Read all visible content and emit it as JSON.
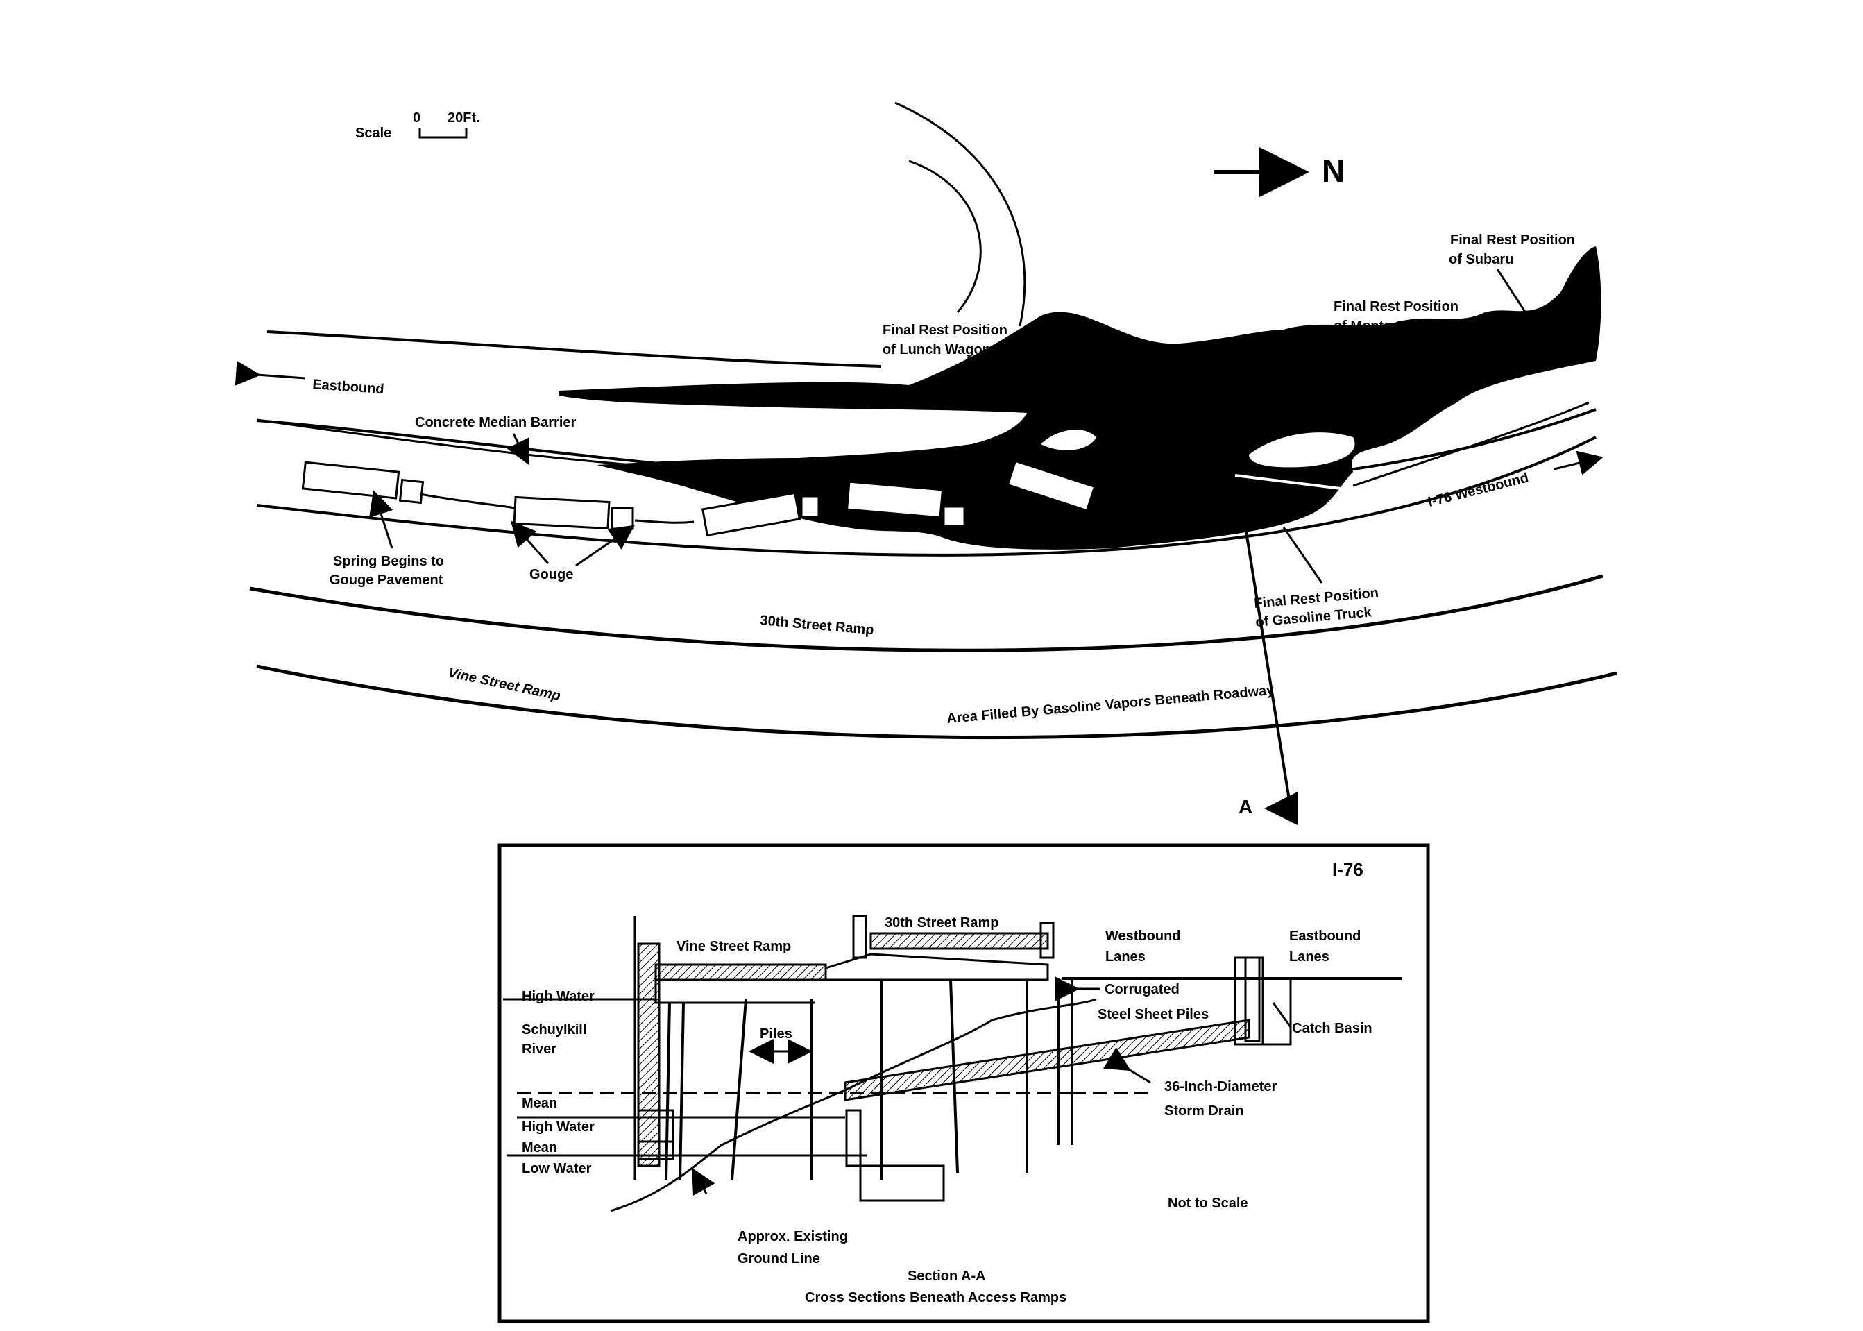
{
  "scale": {
    "label": "Scale",
    "zero": "0",
    "max": "20Ft."
  },
  "north": {
    "label": "N"
  },
  "plan": {
    "eastbound": "Eastbound",
    "westbound": "I-76 Westbound",
    "median": "Concrete Median Barrier",
    "spring": [
      "Spring Begins to",
      "Gouge Pavement"
    ],
    "gouge": "Gouge",
    "ramp30": "30th Street Ramp",
    "vine": "Vine Street Ramp",
    "vapors": "Area Filled By Gasoline Vapors Beneath Roadway",
    "lunch": [
      "Final Rest Position",
      "of Lunch Wagon"
    ],
    "monte": [
      "Final Rest Position",
      "of Monte Carlo"
    ],
    "subaru": [
      "Final Rest Position",
      "of Subaru"
    ],
    "truck": [
      "Final Rest Position",
      "of Gasoline Truck"
    ],
    "section_marker": "A"
  },
  "section": {
    "route": "I-76",
    "ramp30": "30th Street Ramp",
    "vine": "Vine Street Ramp",
    "westbound": [
      "Westbound",
      "Lanes"
    ],
    "eastbound": [
      "Eastbound",
      "Lanes"
    ],
    "high_water": "High Water",
    "river": [
      "Schuylkill",
      "River"
    ],
    "piles": "Piles",
    "sheet_piles": [
      "Corrugated",
      "Steel Sheet Piles"
    ],
    "catch_basin": "Catch Basin",
    "storm_drain": [
      "36-Inch-Diameter",
      "Storm Drain"
    ],
    "mean_high": [
      "Mean",
      "High Water"
    ],
    "mean_low": [
      "Mean",
      "Low Water"
    ],
    "ground": [
      "Approx. Existing",
      "Ground Line"
    ],
    "not_to_scale": "Not to Scale",
    "title": "Section A-A",
    "subtitle": "Cross Sections Beneath Access Ramps"
  }
}
